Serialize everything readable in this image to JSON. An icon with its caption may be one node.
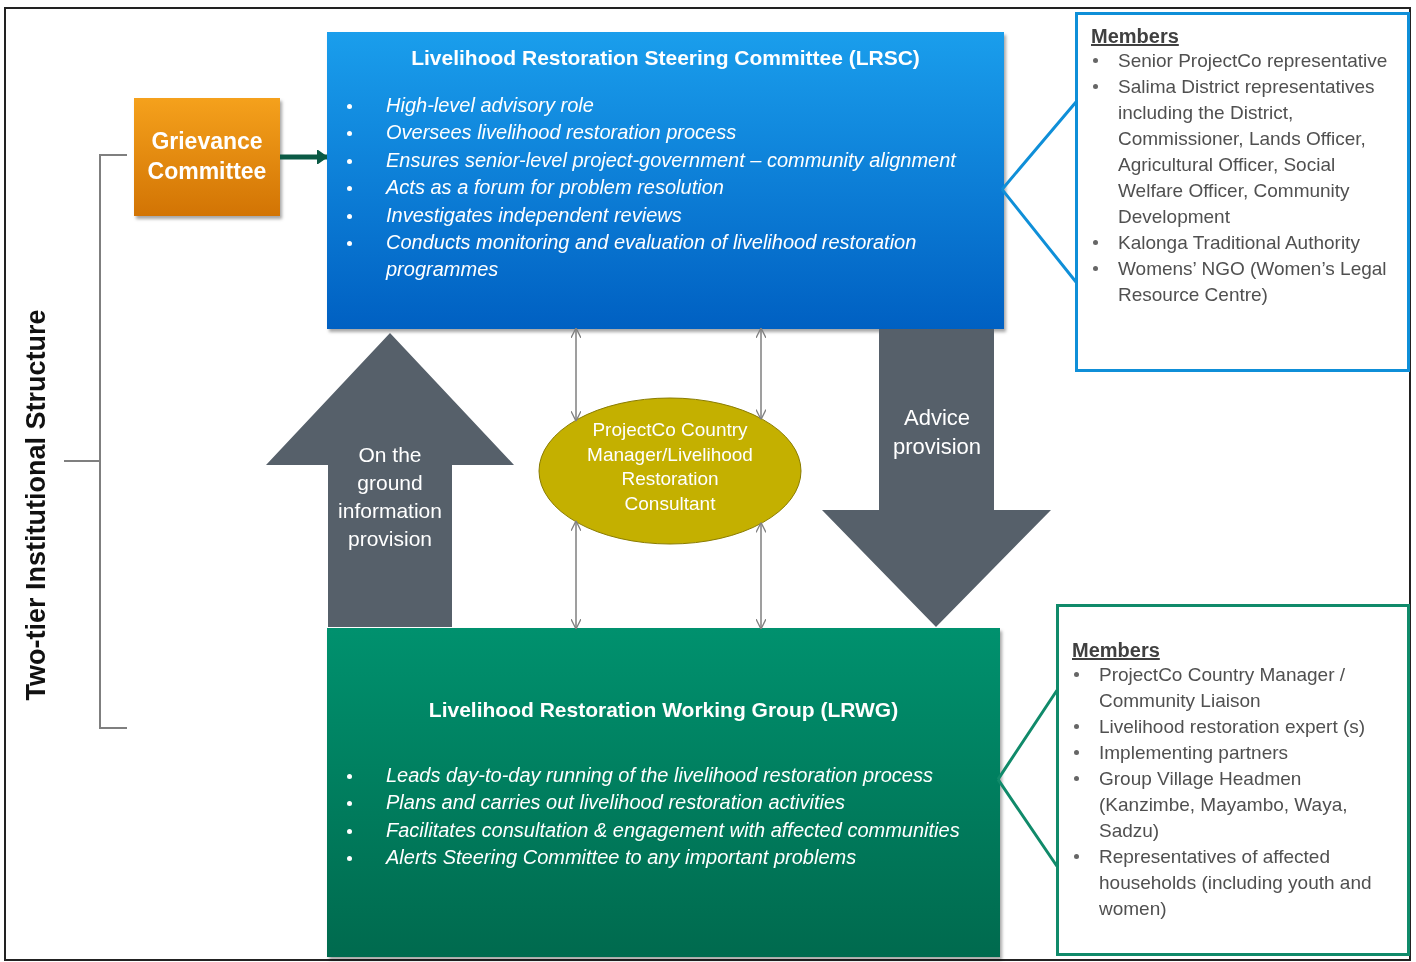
{
  "diagram": {
    "nodes": [
      {
        "text": [
          "Livelihood Restoration Steering Committee (LRSC)",
          "High-level advisory role",
          "Oversees livelihood restoration process",
          "Ensures senior-level project-government – community alignment",
          "Acts as a forum for problem resolution",
          "Investigates independent reviews",
          "Conducts monitoring and evaluation of livelihood restoration programmes"
        ]
      },
      {
        "text": [
          "Grievance Committee"
        ]
      },
      {
        "text": [
          "Members",
          "Senior ProjectCo representative",
          "Salima District representatives including the District, Commissioner, Lands Officer, Agricultural Officer, Social Welfare Officer, Community Development",
          "Kalonga Traditional Authority",
          "Womens’ NGO (Women’s Legal Resource Centre)"
        ]
      },
      {
        "text": [
          "On the ground information provision"
        ]
      },
      {
        "text": [
          "ProjectCo Country Manager/Livelihood Restoration Consultant"
        ]
      },
      {
        "text": [
          "Advice provision"
        ]
      },
      {
        "text": [
          "Livelihood Restoration Working Group (LRWG)",
          "Leads day-to-day running of the livelihood restoration process",
          "Plans and carries out livelihood restoration activities",
          "Facilitates consultation & engagement with affected communities",
          "Alerts Steering Committee to any important problems"
        ]
      },
      {
        "text": [
          "Members",
          "ProjectCo Country Manager / Community Liaison",
          "Livelihood restoration expert (s)",
          "Implementing partners",
          "Group Village Headmen (Kanzimbe, Mayambo, Waya, Sadzu)",
          "Representatives of affected households (including youth and women)"
        ]
      }
    ],
    "edges": [
      {
        "from": 1,
        "to": 0,
        "arrow": "to",
        "style": "thick",
        "color": "#0b5a45"
      },
      {
        "from": 0,
        "to": 4,
        "arrow": "both"
      },
      {
        "from": 0,
        "to": 4,
        "arrow": "both"
      },
      {
        "from": 4,
        "to": 6,
        "arrow": "both"
      },
      {
        "from": 4,
        "to": 6,
        "arrow": "both"
      },
      {
        "from": 2,
        "to": 0,
        "arrow": "none",
        "color": "#0f8fd8"
      },
      {
        "from": 7,
        "to": 6,
        "arrow": "none",
        "color": "#108a6a"
      }
    ],
    "labels": [
      "Two-tier Institutional Structure"
    ]
  }
}
